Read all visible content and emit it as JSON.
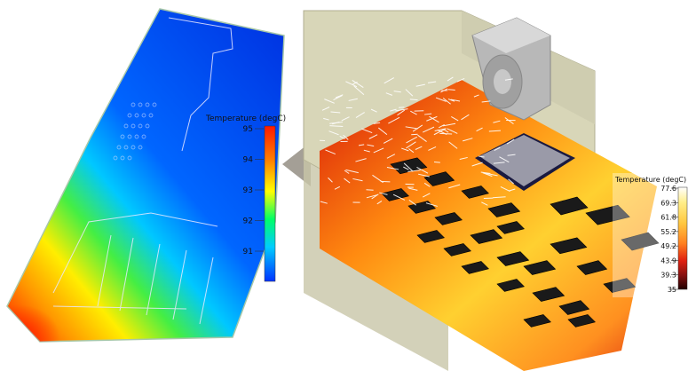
{
  "left_panel": {
    "legend": {
      "title": "Temperature (degC)",
      "ticks": [
        "95",
        "94",
        "93",
        "92",
        "91"
      ],
      "colors": [
        "#ff1a00",
        "#ff8000",
        "#ffff00",
        "#00ff66",
        "#00ccff",
        "#0033ff"
      ]
    }
  },
  "right_panel": {
    "legend": {
      "title": "Temperature (degC)",
      "ticks": [
        "77.6",
        "69.3",
        "61.8",
        "55.2",
        "49.2",
        "43.9",
        "39.3",
        "35"
      ],
      "colors": [
        "#ffffff",
        "#ffee88",
        "#ffc840",
        "#ff8020",
        "#e02010",
        "#801010",
        "#200000"
      ]
    }
  }
}
